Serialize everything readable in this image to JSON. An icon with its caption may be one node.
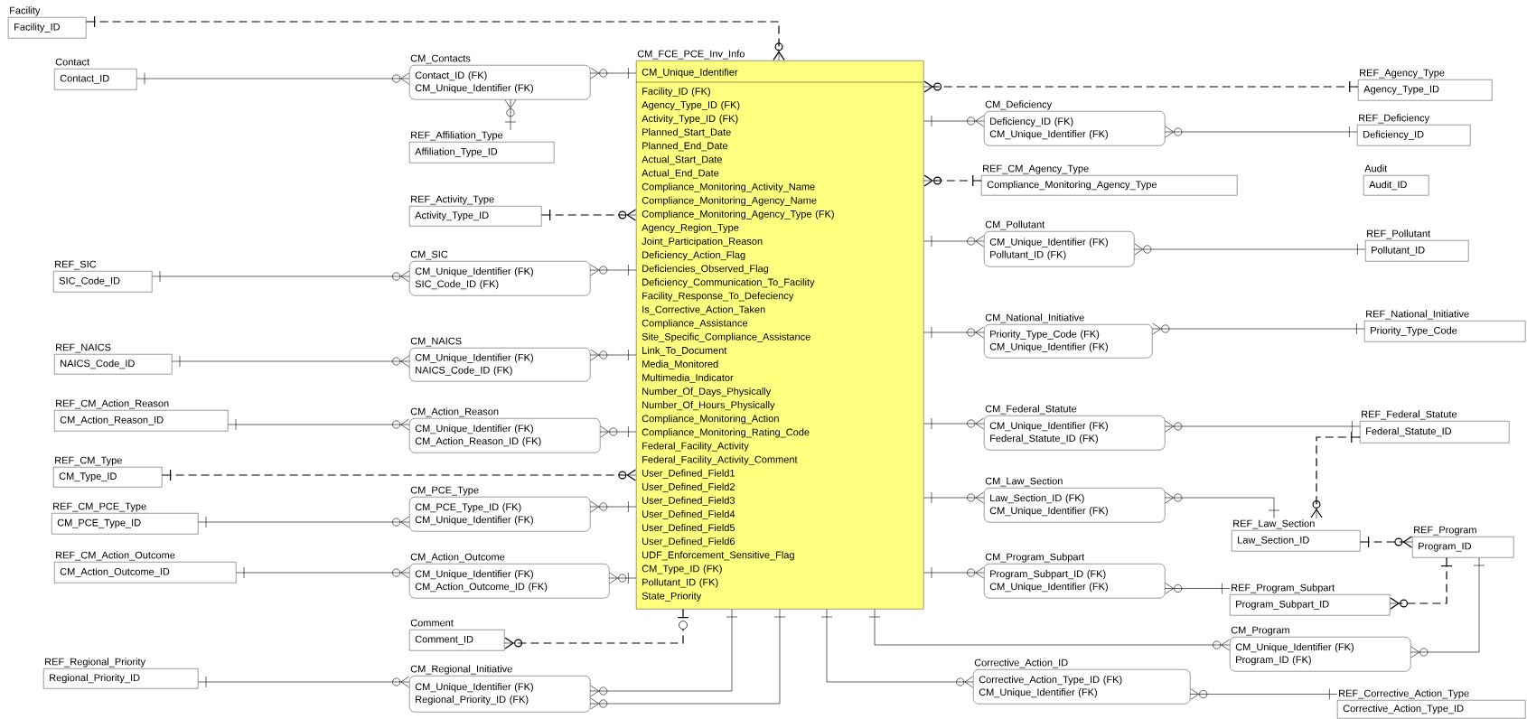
{
  "diagram": {
    "nodes": [
      {
        "text": [
          "Facility",
          "Facility_ID"
        ]
      },
      {
        "text": [
          "Contact",
          "Contact_ID"
        ]
      },
      {
        "text": [
          "CM_Contacts",
          "Contact_ID (FK)",
          "CM_Unique_Identifier (FK)"
        ]
      },
      {
        "text": [
          "CM_FCE_PCE_Inv_Info",
          "CM_Unique_Identifier",
          "Facility_ID (FK)",
          "Agency_Type_ID (FK)",
          "Activity_Type_ID (FK)",
          "Planned_Start_Date",
          "Planned_End_Date",
          "Actual_Start_Date",
          "Actual_End_Date",
          "Compliance_Monitoring_Activity_Name",
          "Compliance_Monitoring_Agency_Name",
          "Compliance_Monitoring_Agency_Type (FK)",
          "Agency_Region_Type",
          "Joint_Participation_Reason",
          "Deficiency_Action_Flag",
          "Deficiencies_Observed_Flag",
          "Deficiency_Communication_To_Facility",
          "Facility_Response_To_Defeciency",
          "Is_Corrective_Action_Taken",
          "Compliance_Assistance",
          "Site_Specific_Compliance_Assistance",
          "Link_To_Document",
          "Media_Monitored",
          "Multimedia_Indicator",
          "Number_Of_Days_Physically",
          "Number_Of_Hours_Physically",
          "Compliance_Monitoring_Action",
          "Compliance_Monitoring_Rating_Code",
          "Federal_Facility_Activity",
          "Federal_Facility_Activity_Comment",
          "User_Defined_Field1",
          "User_Defined_Field2",
          "User_Defined_Field3",
          "User_Defined_Field4",
          "User_Defined_Field5",
          "User_Defined_Field6",
          "UDF_Enforcement_Sensitive_Flag",
          "CM_Type_ID (FK)",
          "Pollutant_ID (FK)",
          "State_Priority"
        ]
      },
      {
        "text": [
          "REF_Agency_Type",
          "Agency_Type_ID"
        ]
      },
      {
        "text": [
          "REF_Affiliation_Type",
          "Affiliation_Type_ID"
        ]
      },
      {
        "text": [
          "CM_Deficiency",
          "Deficiency_ID (FK)",
          "CM_Unique_Identifier (FK)"
        ]
      },
      {
        "text": [
          "REF_Deficiency",
          "Deficiency_ID"
        ]
      },
      {
        "text": [
          "REF_CM_Agency_Type",
          "Compliance_Monitoring_Agency_Type"
        ]
      },
      {
        "text": [
          "Audit",
          "Audit_ID"
        ]
      },
      {
        "text": [
          "REF_Activity_Type",
          "Activity_Type_ID"
        ]
      },
      {
        "text": [
          "CM_Pollutant",
          "CM_Unique_Identifier (FK)",
          "Pollutant_ID (FK)"
        ]
      },
      {
        "text": [
          "REF_Pollutant",
          "Pollutant_ID"
        ]
      },
      {
        "text": [
          "REF_SIC",
          "SIC_Code_ID"
        ]
      },
      {
        "text": [
          "CM_SIC",
          "CM_Unique_Identifier (FK)",
          "SIC_Code_ID (FK)"
        ]
      },
      {
        "text": [
          "CM_National_Initiative",
          "Priority_Type_Code (FK)",
          "CM_Unique_Identifier (FK)"
        ]
      },
      {
        "text": [
          "REF_National_Initiative",
          "Priority_Type_Code"
        ]
      },
      {
        "text": [
          "REF_NAICS",
          "NAICS_Code_ID"
        ]
      },
      {
        "text": [
          "CM_NAICS",
          "CM_Unique_Identifier (FK)",
          "NAICS_Code_ID (FK)"
        ]
      },
      {
        "text": [
          "REF_CM_Action_Reason",
          "CM_Action_Reason_ID"
        ]
      },
      {
        "text": [
          "CM_Action_Reason",
          "CM_Unique_Identifier (FK)",
          "CM_Action_Reason_ID (FK)"
        ]
      },
      {
        "text": [
          "CM_Federal_Statute",
          "CM_Unique_Identifier (FK)",
          "Federal_Statute_ID (FK)"
        ]
      },
      {
        "text": [
          "REF_Federal_Statute",
          "Federal_Statute_ID"
        ]
      },
      {
        "text": [
          "REF_CM_Type",
          "CM_Type_ID"
        ]
      },
      {
        "text": [
          "CM_Law_Section",
          "Law_Section_ID (FK)",
          "CM_Unique_Identifier (FK)"
        ]
      },
      {
        "text": [
          "REF_CM_PCE_Type",
          "CM_PCE_Type_ID"
        ]
      },
      {
        "text": [
          "CM_PCE_Type",
          "CM_PCE_Type_ID (FK)",
          "CM_Unique_Identifier (FK)"
        ]
      },
      {
        "text": [
          "REF_Law_Section",
          "Law_Section_ID"
        ]
      },
      {
        "text": [
          "REF_Program",
          "Program_ID"
        ]
      },
      {
        "text": [
          "REF_CM_Action_Outcome",
          "CM_Action_Outcome_ID"
        ]
      },
      {
        "text": [
          "CM_Action_Outcome",
          "CM_Unique_Identifier (FK)",
          "CM_Action_Outcome_ID (FK)"
        ]
      },
      {
        "text": [
          "CM_Program_Subpart",
          "Program_Subpart_ID (FK)",
          "CM_Unique_Identifier (FK)"
        ]
      },
      {
        "text": [
          "REF_Program_Subpart",
          "Program_Subpart_ID"
        ]
      },
      {
        "text": [
          "Comment",
          "Comment_ID"
        ]
      },
      {
        "text": [
          "CM_Program",
          "CM_Unique_Identifier (FK)",
          "Program_ID (FK)"
        ]
      },
      {
        "text": [
          "REF_Regional_Priority",
          "Regional_Priority_ID"
        ]
      },
      {
        "text": [
          "CM_Regional_Initiative",
          "CM_Unique_Identifier (FK)",
          "Regional_Priority_ID (FK)"
        ]
      },
      {
        "text": [
          "Corrective_Action_ID",
          "Corrective_Action_Type_ID (FK)",
          "CM_Unique_Identifier (FK)"
        ]
      },
      {
        "text": [
          "REF_Corrective_Action_Type",
          "Corrective_Action_Type_ID"
        ]
      }
    ],
    "edges": [
      {
        "from": 0,
        "to": 3,
        "arrow": "other",
        "style": "dashed"
      },
      {
        "from": 1,
        "to": 2,
        "arrow": "other"
      },
      {
        "from": 3,
        "to": 2,
        "arrow": "other"
      },
      {
        "from": 5,
        "to": 2,
        "arrow": "other"
      },
      {
        "from": 4,
        "to": 3,
        "arrow": "other",
        "style": "dashed"
      },
      {
        "from": 3,
        "to": 6,
        "arrow": "other"
      },
      {
        "from": 7,
        "to": 6,
        "arrow": "other"
      },
      {
        "from": 8,
        "to": 3,
        "arrow": "other",
        "style": "dashed"
      },
      {
        "from": 10,
        "to": 3,
        "arrow": "other",
        "style": "dashed"
      },
      {
        "from": 3,
        "to": 11,
        "arrow": "other"
      },
      {
        "from": 12,
        "to": 11,
        "arrow": "other"
      },
      {
        "from": 13,
        "to": 14,
        "arrow": "other"
      },
      {
        "from": 3,
        "to": 14,
        "arrow": "other"
      },
      {
        "from": 3,
        "to": 15,
        "arrow": "other"
      },
      {
        "from": 16,
        "to": 15,
        "arrow": "other"
      },
      {
        "from": 17,
        "to": 18,
        "arrow": "other"
      },
      {
        "from": 3,
        "to": 18,
        "arrow": "other"
      },
      {
        "from": 19,
        "to": 20,
        "arrow": "other"
      },
      {
        "from": 3,
        "to": 20,
        "arrow": "other"
      },
      {
        "from": 3,
        "to": 21,
        "arrow": "other"
      },
      {
        "from": 22,
        "to": 21,
        "arrow": "other"
      },
      {
        "from": 23,
        "to": 3,
        "arrow": "other",
        "style": "dashed"
      },
      {
        "from": 3,
        "to": 24,
        "arrow": "other"
      },
      {
        "from": 27,
        "to": 24,
        "arrow": "other"
      },
      {
        "from": 22,
        "to": 27,
        "arrow": "other",
        "style": "dashed"
      },
      {
        "from": 27,
        "to": 28,
        "arrow": "other",
        "style": "dashed"
      },
      {
        "from": 25,
        "to": 26,
        "arrow": "other"
      },
      {
        "from": 3,
        "to": 26,
        "arrow": "other"
      },
      {
        "from": 29,
        "to": 30,
        "arrow": "other"
      },
      {
        "from": 3,
        "to": 30,
        "arrow": "other"
      },
      {
        "from": 3,
        "to": 31,
        "arrow": "other"
      },
      {
        "from": 32,
        "to": 31,
        "arrow": "other"
      },
      {
        "from": 28,
        "to": 32,
        "arrow": "other",
        "style": "dashed"
      },
      {
        "from": 3,
        "to": 33,
        "arrow": "other",
        "style": "dashed"
      },
      {
        "from": 3,
        "to": 36,
        "arrow": "other"
      },
      {
        "from": 3,
        "to": 36,
        "arrow": "other"
      },
      {
        "from": 3,
        "to": 37,
        "arrow": "other"
      },
      {
        "from": 3,
        "to": 34,
        "arrow": "other"
      },
      {
        "from": 28,
        "to": 34,
        "arrow": "other"
      },
      {
        "from": 35,
        "to": 36,
        "arrow": "other"
      },
      {
        "from": 38,
        "to": 37,
        "arrow": "other"
      }
    ]
  }
}
